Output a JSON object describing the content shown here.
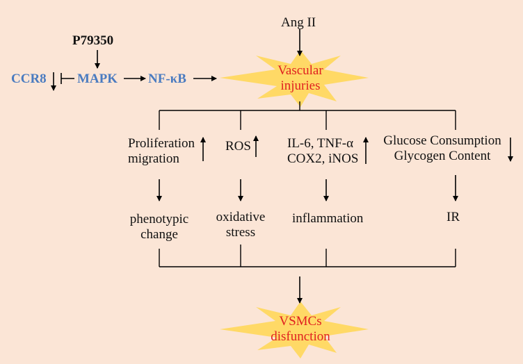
{
  "stimulus": "Ang II",
  "inhibitor": "P79350",
  "pathway": {
    "ccr8": "CCR8",
    "mapk": "MAPK",
    "nfkb": "NF-κB"
  },
  "vascular_injuries": {
    "line1": "Vascular",
    "line2": "injuries"
  },
  "effects": {
    "proliferation": {
      "line1": "Proliferation",
      "line2": "migration"
    },
    "ros": "ROS",
    "cytokines": {
      "line1": "IL-6, TNF-α",
      "line2": "COX2, iNOS"
    },
    "glucose": {
      "line1": "Glucose Consumption",
      "line2": "Glycogen Content"
    }
  },
  "outcomes": {
    "phenotypic": {
      "line1": "phenotypic",
      "line2": "change"
    },
    "oxidative": {
      "line1": "oxidative",
      "line2": "stress"
    },
    "inflammation": "inflammation",
    "ir": "IR"
  },
  "final": {
    "line1": "VSMCs",
    "line2": "disfunction"
  },
  "colors": {
    "background": "#fbe5d6",
    "star_fill": "#ffd966",
    "highlight_text": "#e02020",
    "pathway_text": "#4a7bc0"
  }
}
